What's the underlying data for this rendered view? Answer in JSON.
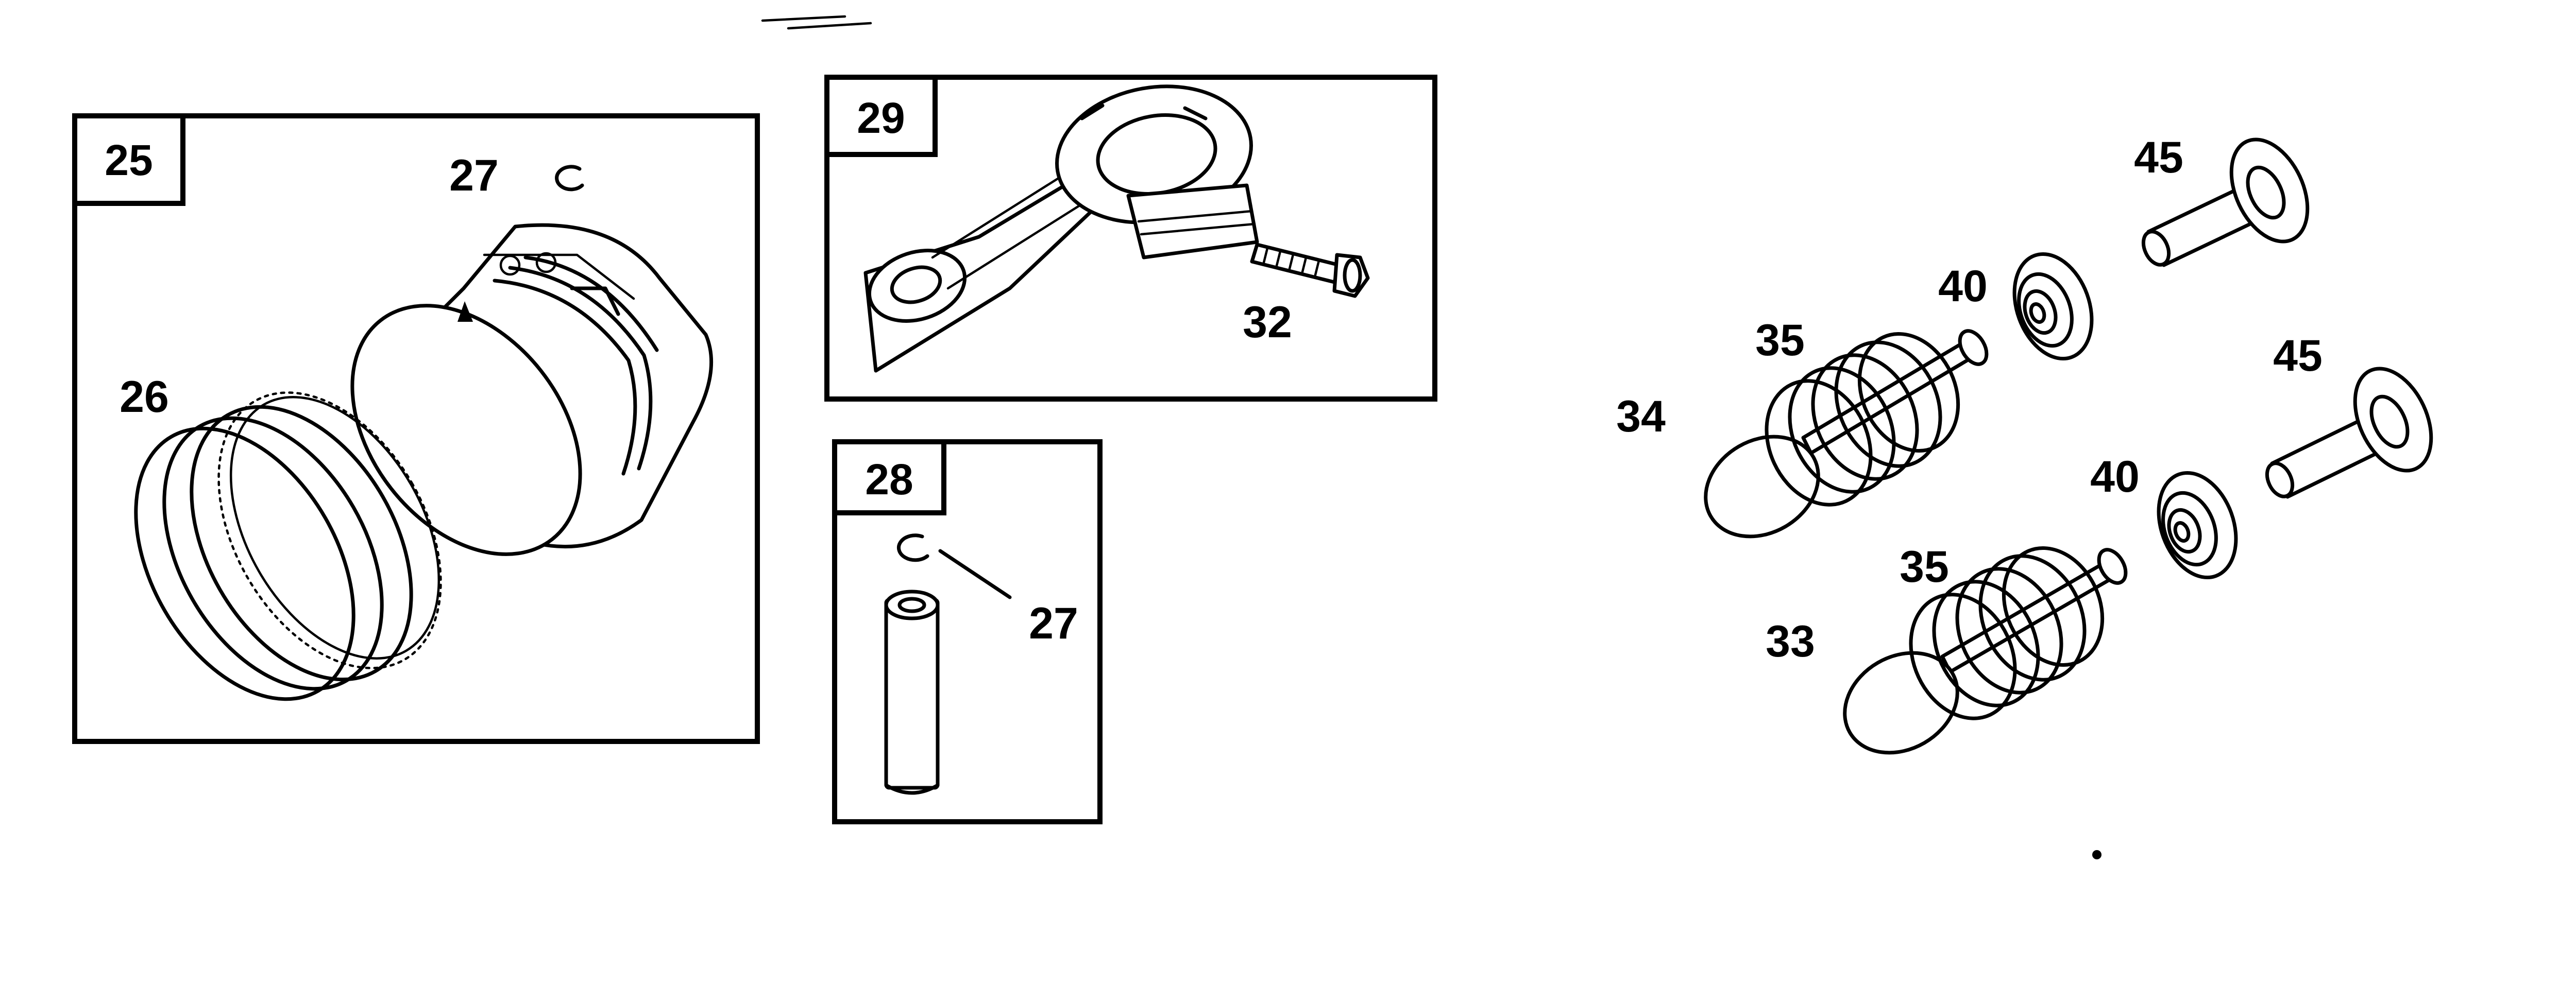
{
  "boxes": {
    "piston_assembly": "25",
    "connecting_rod": "29",
    "piston_pin": "28"
  },
  "parts": {
    "pin_lock_top": "27",
    "rings": "26",
    "rod_bolt": "32",
    "pin_lock_side": "27",
    "exhaust_valve": "34",
    "intake_valve": "33",
    "spring_upper": "35",
    "spring_lower": "35",
    "retainer_upper": "40",
    "retainer_lower": "40",
    "guide_upper": "45",
    "guide_lower": "45"
  }
}
